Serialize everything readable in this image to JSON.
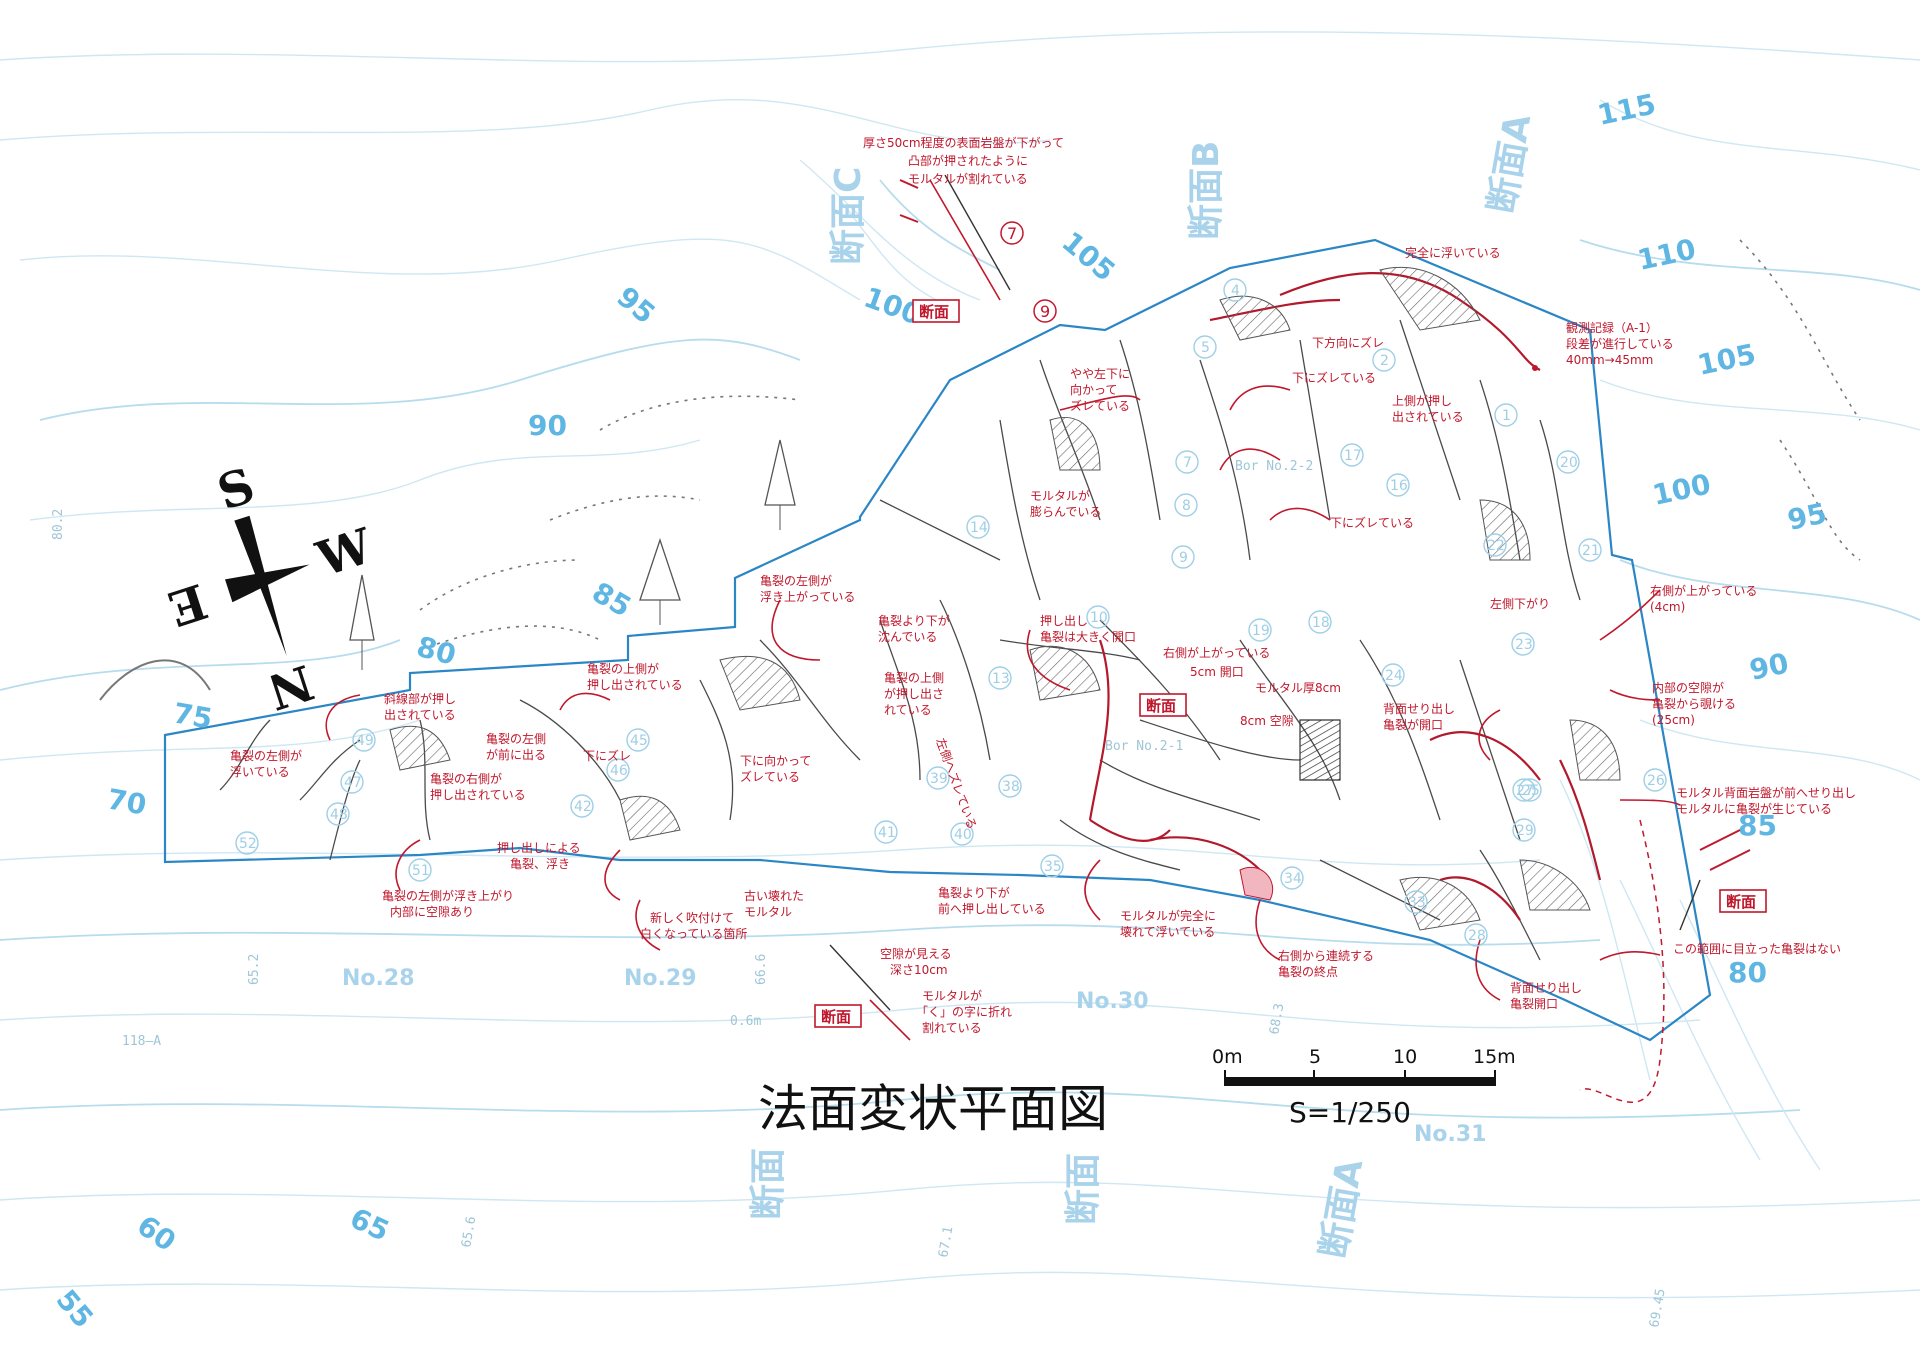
{
  "title": "法面変状平面図",
  "scale": {
    "ticks": [
      "0m",
      "5",
      "10",
      "15m"
    ],
    "label": "S=1/250"
  },
  "compass": {
    "north": "N",
    "south": "S",
    "east": "E",
    "west": "W"
  },
  "elevations": [
    {
      "id": "e115",
      "text": "115"
    },
    {
      "id": "e110",
      "text": "110"
    },
    {
      "id": "e105r",
      "text": "105"
    },
    {
      "id": "e100r",
      "text": "100"
    },
    {
      "id": "e95r",
      "text": "95"
    },
    {
      "id": "e90r",
      "text": "90"
    },
    {
      "id": "e85r",
      "text": "85"
    },
    {
      "id": "e80r",
      "text": "80"
    },
    {
      "id": "e105t",
      "text": "105"
    },
    {
      "id": "e100t",
      "text": "100"
    },
    {
      "id": "e95",
      "text": "95"
    },
    {
      "id": "e90",
      "text": "90"
    },
    {
      "id": "e85",
      "text": "85"
    },
    {
      "id": "e80",
      "text": "80"
    },
    {
      "id": "e75",
      "text": "75"
    },
    {
      "id": "e70",
      "text": "70"
    },
    {
      "id": "e65",
      "text": "65"
    },
    {
      "id": "e60",
      "text": "60"
    },
    {
      "id": "e55",
      "text": "55"
    }
  ],
  "sections": [
    {
      "id": "secC",
      "text": "断面C"
    },
    {
      "id": "secB",
      "text": "断面B"
    },
    {
      "id": "secA",
      "text": "断面A"
    },
    {
      "id": "secLow1",
      "text": "断面"
    },
    {
      "id": "secLow2",
      "text": "断面"
    },
    {
      "id": "secLowA",
      "text": "断面A"
    }
  ],
  "stations": [
    {
      "id": "no28",
      "text": "No.28"
    },
    {
      "id": "no29",
      "text": "No.29"
    },
    {
      "id": "no30",
      "text": "No.30"
    },
    {
      "id": "no31",
      "text": "No.31"
    }
  ],
  "gray_labels": [
    {
      "id": "g802",
      "text": "80.2"
    },
    {
      "id": "g652",
      "text": "65.2"
    },
    {
      "id": "g666",
      "text": "66.6"
    },
    {
      "id": "g06m",
      "text": "0.6m"
    },
    {
      "id": "g118",
      "text": "118—A"
    },
    {
      "id": "g656",
      "text": "65.6"
    },
    {
      "id": "g671",
      "text": "67.1"
    },
    {
      "id": "g683",
      "text": "68.3"
    },
    {
      "id": "g6945",
      "text": "69.45"
    },
    {
      "id": "gbar22",
      "text": "Bor No.2-2"
    },
    {
      "id": "gbar21",
      "text": "Bor No.2-1"
    }
  ],
  "points_blue": [
    "1",
    "2",
    "4",
    "5",
    "7",
    "8",
    "9",
    "10",
    "13",
    "14",
    "16",
    "17",
    "18",
    "19",
    "20",
    "21",
    "22",
    "23",
    "24",
    "25",
    "26",
    "27",
    "28",
    "29",
    "33",
    "34",
    "35",
    "38",
    "39",
    "40",
    "41",
    "42",
    "45",
    "46",
    "47",
    "48",
    "49",
    "51",
    "52"
  ],
  "points_red": [
    "7",
    "9"
  ],
  "section_tags": [
    "断面",
    "断面",
    "断面",
    "断面"
  ],
  "notes": {
    "n_top1": "厚さ50cm程度の表面岩盤が下がって",
    "n_top2": "凸部が押されたように",
    "n_top3": "モルタルが割れている",
    "n_kanzen": "完全に浮いている",
    "n_kansoku1": "観測記録（A-1）",
    "n_kansoku2": "段差が進行している",
    "n_kansoku3": "40mm→45mm",
    "n_shitahoko": "下方向にズレ",
    "n_yaya1": "やや左下に",
    "n_yaya2": "向かって",
    "n_yaya3": "ズレている",
    "n_shitazure1": "下にズレている",
    "n_uegawa1": "上側が押し",
    "n_uegawa2": "出されている",
    "n_mortar1": "モルタルが",
    "n_mortar2": "膨らんでいる",
    "n_shitazure2": "下にズレている",
    "n_hidarishita": "左側下がり",
    "n_migiue1": "右側が上がっている",
    "n_migiue2": "(4cm)",
    "n_kireki1": "亀裂の左側が",
    "n_kireki2": "浮き上がっている",
    "n_kiretsu1": "亀裂より下が",
    "n_kiretsu2": "沈んでいる",
    "n_oshidashi1": "押し出し",
    "n_oshidashi2": "亀裂は大きく開口",
    "n_migiagari": "右側が上がっている",
    "n_5cm": "5cm 開口",
    "n_mortar8": "モルタル厚8cm",
    "n_8cm": "8cm 空隙",
    "n_naibu1": "内部の空隙が",
    "n_naibu2": "亀裂から覗ける",
    "n_naibu3": "(25cm)",
    "n_kirueue1": "亀裂の上側が",
    "n_kirueue2": "押し出されている",
    "n_shasen1": "斜線部が押し",
    "n_shasen2": "出されている",
    "n_kirueue3": "亀裂の上側",
    "n_kirueue4": "が押し出さ",
    "n_kirueue5": "れている",
    "n_haimen1": "背面せり出し",
    "n_haimen2": "亀裂が開口",
    "n_kirehidari1": "亀裂の左側",
    "n_kirehidari2": "が前に出る",
    "n_shitazure3": "下にズレ",
    "n_shitamuka1": "下に向かって",
    "n_shitamuka2": "ズレている",
    "n_hidarizure": "左側へズレている",
    "n_kireuku1": "亀裂の左側が",
    "n_kireuku2": "浮いている",
    "n_kiremigi1": "亀裂の右側が",
    "n_kiremigi2": "押し出されている",
    "n_mortar_haimen1": "モルタル背面岩盤が前へせり出し",
    "n_mortar_haimen2": "モルタルに亀裂が生じている",
    "n_oshi_kame1": "押し出しによる",
    "n_oshi_kame2": "亀裂、浮き",
    "n_kiresita1": "亀裂より下が",
    "n_kiresita2": "前へ押し出している",
    "n_kirehidariuki1": "亀裂の左側が浮き上がり",
    "n_kirehidariuki2": "内部に空隙あり",
    "n_atarashiku1": "新しく吹付けて",
    "n_atarashiku2": "白くなっている箇所",
    "n_furuku1": "古い壊れた",
    "n_furuku2": "モルタル",
    "n_kugeki1": "空隙が見える",
    "n_kugeki2": "深さ10cm",
    "n_mortarku1": "モルタルが",
    "n_mortarku2": "「く」の字に折れ",
    "n_mortarku3": "割れている",
    "n_mortarkanzen1": "モルタルが完全に",
    "n_mortarkanzen2": "壊れて浮いている",
    "n_migikara1": "右側から連続する",
    "n_migikara2": "亀裂の終点",
    "n_haimenkaiko1": "背面せり出し",
    "n_haimenkaiko2": "亀裂開口",
    "n_konohani": "この範囲に目立った亀裂はない"
  }
}
